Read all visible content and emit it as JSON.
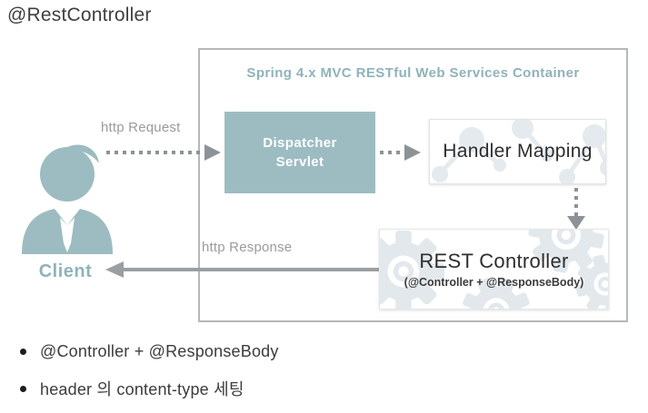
{
  "page_title": "@RestController",
  "diagram": {
    "container_title": "Spring 4.x MVC RESTful Web Services Container",
    "client": {
      "label": "Client"
    },
    "arrows": {
      "request_label": "http Request",
      "response_label": "http Response"
    },
    "nodes": {
      "dispatcher": {
        "line1": "Dispatcher",
        "line2": "Servlet"
      },
      "handler_mapping": {
        "label": "Handler Mapping"
      },
      "rest_controller": {
        "label": "REST Controller",
        "sublabel": "(@Controller + @ResponseBody)"
      }
    },
    "colors": {
      "node_teal": "#9dbcc1",
      "teal_text": "#8fb3b9",
      "arrow_gray": "#8d9296",
      "label_gray": "#9b9b9b",
      "container_border": "#b5b8ba",
      "decoration_gray": "#e2e8ec"
    }
  },
  "bullets": [
    "@Controller + @ResponseBody",
    "header 의 content-type 세팅"
  ]
}
